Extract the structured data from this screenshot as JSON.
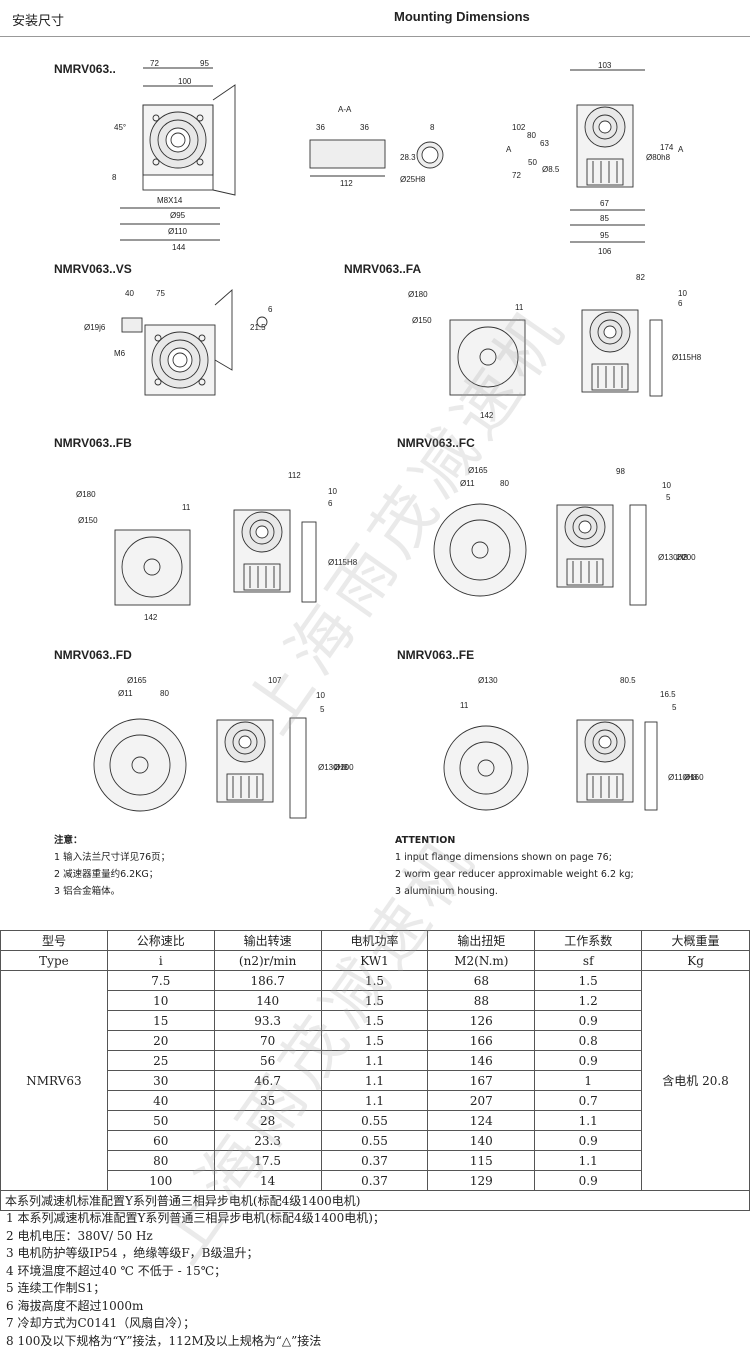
{
  "header": {
    "title_cn": "安装尺寸",
    "title_en": "Mounting Dimensions"
  },
  "models": [
    "NMRV063..",
    "NMRV063..VS",
    "NMRV063..FA",
    "NMRV063..FB",
    "NMRV063..FC",
    "NMRV063..FD",
    "NMRV063..FE"
  ],
  "notes_cn": {
    "title": "注意：",
    "items": [
      "1 输入法兰尺寸详见76页；",
      "2 减速器重量约6.2KG；",
      "3 铝合金箱体。"
    ]
  },
  "notes_en": {
    "title": "ATTENTION",
    "items": [
      "1 input flange dimensions shown on page 76;",
      "2 worm gear reducer approximable weight 6.2 kg;",
      "3 aluminium housing."
    ]
  },
  "table": {
    "headers_cn": [
      "型号",
      "公称速比",
      "输出转速",
      "电机功率",
      "输出扭矩",
      "工作系数",
      "大概重量"
    ],
    "headers_en": [
      "Type",
      "i",
      "(n2)r/min",
      "KW1",
      "M2(N.m)",
      "sf",
      "Kg"
    ],
    "type": "NMRV63",
    "weight": "含电机 20.8",
    "rows": [
      [
        "7.5",
        "186.7",
        "1.5",
        "68",
        "1.5"
      ],
      [
        "10",
        "140",
        "1.5",
        "88",
        "1.2"
      ],
      [
        "15",
        "93.3",
        "1.5",
        "126",
        "0.9"
      ],
      [
        "20",
        "70",
        "1.5",
        "166",
        "0.8"
      ],
      [
        "25",
        "56",
        "1.1",
        "146",
        "0.9"
      ],
      [
        "30",
        "46.7",
        "1.1",
        "167",
        "1"
      ],
      [
        "40",
        "35",
        "1.1",
        "207",
        "0.7"
      ],
      [
        "50",
        "28",
        "0.55",
        "124",
        "1.1"
      ],
      [
        "60",
        "23.3",
        "0.55",
        "140",
        "0.9"
      ],
      [
        "80",
        "17.5",
        "0.37",
        "115",
        "1.1"
      ],
      [
        "100",
        "14",
        "0.37",
        "129",
        "0.9"
      ]
    ],
    "footer_row": "本系列减速机标准配置Y系列普通三相异步电机(标配4级1400电机)"
  },
  "footnotes": [
    "1 本系列减速机标准配置Y系列普通三相异步电机(标配4级1400电机)；",
    "2 电机电压：380V/ 50 Hz",
    "3 电机防护等级IP54 ，绝缘等级F，B级温升；",
    "4 环境温度不超过40 ℃ 不低于 - 15℃；",
    "5 连续工作制S1；",
    "6 海拔高度不超过1000m",
    "7 冷却方式为C0141（风扇自冷）；",
    "8 100及以下规格为“Y”接法，112M及以上规格为“△”接法"
  ],
  "dims": {
    "d1": [
      "72",
      "95",
      "100",
      "45°",
      "8",
      "M8X14",
      "Ø95",
      "Ø110",
      "144"
    ],
    "d2": [
      "A-A",
      "36",
      "36",
      "112",
      "8",
      "28.3",
      "Ø25H8"
    ],
    "d3": [
      "103",
      "102",
      "80",
      "63",
      "50",
      "72",
      "Ø8.5",
      "Ø80h8",
      "174",
      "67",
      "85",
      "95",
      "106",
      "A",
      "A"
    ],
    "vs": [
      "40",
      "75",
      "Ø19j6",
      "M6",
      "6",
      "21.5"
    ],
    "fa": [
      "82",
      "10",
      "6",
      "Ø180",
      "Ø150",
      "11",
      "Ø115H8",
      "142"
    ],
    "fb": [
      "112",
      "10",
      "6",
      "Ø180",
      "Ø150",
      "11",
      "Ø115H8",
      "142"
    ],
    "fc": [
      "Ø165",
      "Ø11",
      "80",
      "98",
      "10",
      "5",
      "Ø130H8",
      "Ø200"
    ],
    "fd": [
      "Ø165",
      "Ø11",
      "80",
      "107",
      "10",
      "5",
      "Ø130H8",
      "Ø200"
    ],
    "fe": [
      "Ø130",
      "11",
      "80.5",
      "16.5",
      "5",
      "Ø110H8",
      "Ø160"
    ]
  },
  "watermark": [
    "上海雨茂减速机",
    "上海雨茂减速机"
  ]
}
